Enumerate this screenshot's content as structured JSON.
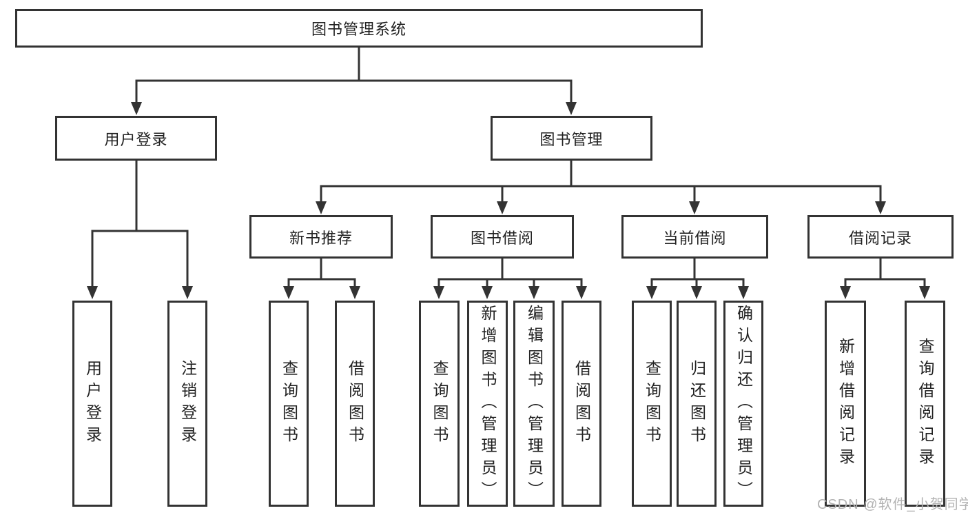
{
  "diagram": {
    "root": {
      "label": "图书管理系统",
      "children": [
        {
          "label": "用户登录",
          "children": [
            {
              "label": "用户登录"
            },
            {
              "label": "注销登录"
            }
          ]
        },
        {
          "label": "图书管理",
          "children": [
            {
              "label": "新书推荐",
              "children": [
                {
                  "label": "查询图书"
                },
                {
                  "label": "借阅图书"
                }
              ]
            },
            {
              "label": "图书借阅",
              "children": [
                {
                  "label": "查询图书"
                },
                {
                  "label": "新增图书（管理员）"
                },
                {
                  "label": "编辑图书（管理员）"
                },
                {
                  "label": "借阅图书"
                }
              ]
            },
            {
              "label": "当前借阅",
              "children": [
                {
                  "label": "查询图书"
                },
                {
                  "label": "归还图书"
                },
                {
                  "label": "确认归还（管理员）"
                }
              ]
            },
            {
              "label": "借阅记录",
              "children": [
                {
                  "label": "新增借阅记录"
                },
                {
                  "label": "查询借阅记录"
                }
              ]
            }
          ]
        }
      ]
    }
  },
  "watermark": {
    "text": "CSDN @软件_小贺同学"
  },
  "colors": {
    "line": "#333333",
    "text": "#222222",
    "box_background": "#ffffff",
    "watermark": "#b3b3b3",
    "page_background": "#ffffff"
  }
}
